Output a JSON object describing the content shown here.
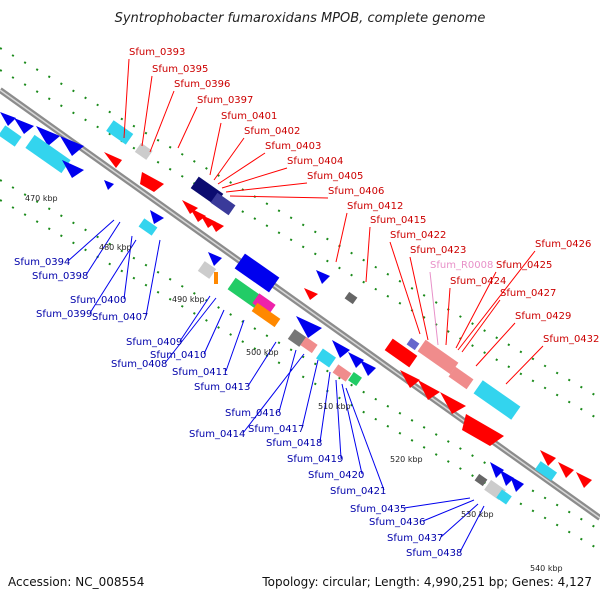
{
  "title": "Syntrophobacter fumaroxidans MPOB, complete genome",
  "footer": {
    "accession": "Accession: NC_008554",
    "stats": "Topology: circular; Length: 4,990,251 bp; Genes: 4,127"
  },
  "colors": {
    "forward_label": "#cc0000",
    "reverse_label": "#0000aa",
    "rna_label": "#e890c8",
    "red": "#ff0000",
    "pink": "#f08c8c",
    "blue": "#0000ee",
    "cyan": "#33d4ee",
    "navy": "#0c0c70",
    "green": "#22cc66",
    "magenta": "#ee22aa",
    "orange": "#ff8800",
    "grey": "#888888",
    "backbone": "#909090",
    "tick": "#1a8a1a"
  },
  "scale_labels": [
    "470 kbp",
    "480 kbp",
    "490 kbp",
    "500 kbp",
    "510 kbp",
    "520 kbp",
    "530 kbp",
    "540 kbp"
  ],
  "forward_genes": [
    "Sfum_0393",
    "Sfum_0395",
    "Sfum_0396",
    "Sfum_0397",
    "Sfum_0401",
    "Sfum_0402",
    "Sfum_0403",
    "Sfum_0404",
    "Sfum_0405",
    "Sfum_0406",
    "Sfum_0412",
    "Sfum_0415",
    "Sfum_0422",
    "Sfum_0423",
    "Sfum_R0008",
    "Sfum_0424",
    "Sfum_0425",
    "Sfum_0426",
    "Sfum_0427",
    "Sfum_0429",
    "Sfum_0432"
  ],
  "reverse_genes": [
    "Sfum_0394",
    "Sfum_0398",
    "Sfum_0400",
    "Sfum_0399",
    "Sfum_0407",
    "Sfum_0409",
    "Sfum_0408",
    "Sfum_0410",
    "Sfum_0411",
    "Sfum_0413",
    "Sfum_0416",
    "Sfum_0414",
    "Sfum_0417",
    "Sfum_0418",
    "Sfum_0419",
    "Sfum_0420",
    "Sfum_0421",
    "Sfum_0435",
    "Sfum_0436",
    "Sfum_0437",
    "Sfum_0438"
  ]
}
